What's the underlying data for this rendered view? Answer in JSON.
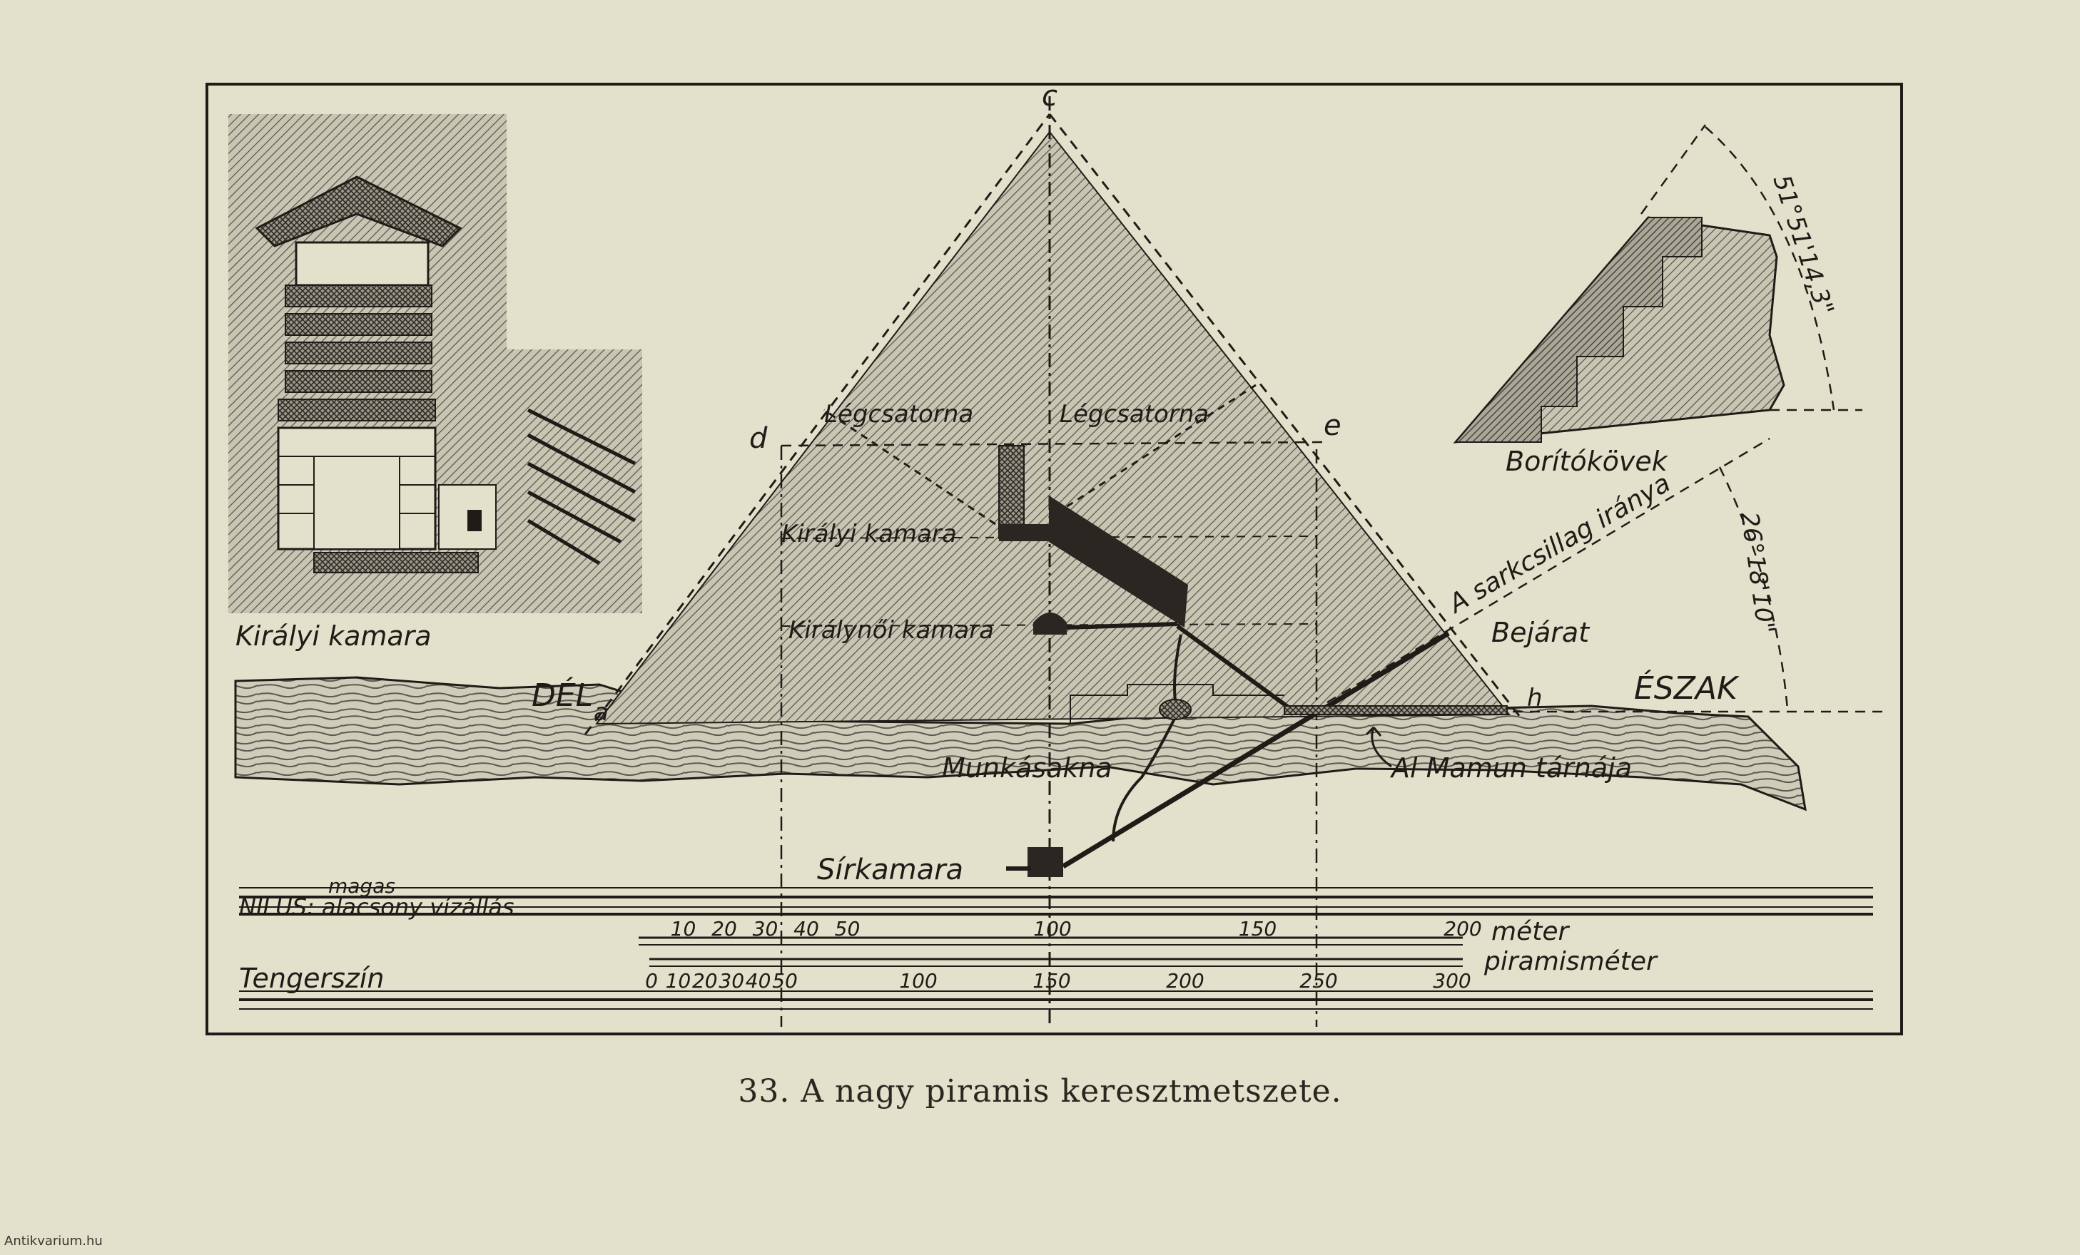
{
  "figure": {
    "apex_label": "c",
    "left_point_label": "d",
    "right_point_label": "e",
    "left_base_label": "a",
    "right_base_label": "h",
    "south_label": "DÉL",
    "north_label": "ÉSZAK",
    "air_shaft_left": "Légcsatorna",
    "air_shaft_right": "Légcsatorna",
    "kings_chamber": "Királyi kamara",
    "queens_chamber": "Királynői kamara",
    "entrance": "Bejárat",
    "work_shaft": "Munkásakna",
    "al_mamun": "Al Mamun tárnája",
    "burial_chamber": "Sírkamara",
    "polar_star": "A sarkcsillag iránya",
    "angle_polar": "26°18'10\"",
    "angle_casing": "51°51'14,3\"",
    "casing_stones": "Borítókövek",
    "inset_label": "Királyi kamara",
    "nile_high": "magas",
    "nile_low": "NILUS: alacsony vízállás",
    "sea_level": "Tengerszín",
    "meter_unit": "méter",
    "pyramid_unit": "piramisméter",
    "meter_ticks": [
      "10",
      "20",
      "30",
      "40",
      "50",
      "100",
      "150",
      "200"
    ],
    "pyramid_ticks": [
      "0",
      "10",
      "20",
      "30",
      "40",
      "50",
      "100",
      "150",
      "200",
      "250",
      "300"
    ]
  },
  "caption": "33. A nagy piramis keresztmetszete.",
  "watermark": "Antikvarium.hu",
  "colors": {
    "paper": "#e3e1cb",
    "ink": "#1f1c18",
    "hatch": "#8d8a7e"
  }
}
